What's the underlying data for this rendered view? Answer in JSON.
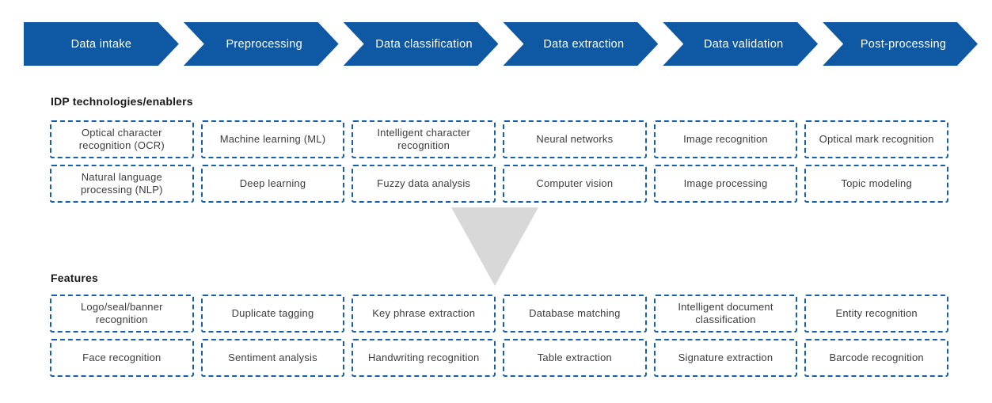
{
  "banner": {
    "stages": [
      "Data intake",
      "Preprocessing",
      "Data classification",
      "Data extraction",
      "Data validation",
      "Post-processing"
    ],
    "color": "#0F58A4",
    "text_color": "#FFFFFF"
  },
  "sections": [
    {
      "heading": "IDP technologies/enablers",
      "rows": [
        [
          "Optical character recognition (OCR)",
          "Machine learning (ML)",
          "Intelligent character recognition",
          "Neural networks",
          "Image recognition",
          "Optical mark recognition"
        ],
        [
          "Natural language processing (NLP)",
          "Deep learning",
          "Fuzzy data analysis",
          "Computer vision",
          "Image processing",
          "Topic modeling"
        ]
      ]
    },
    {
      "heading": "Features",
      "rows": [
        [
          "Logo/seal/banner recognition",
          "Duplicate tagging",
          "Key phrase extraction",
          "Database matching",
          "Intelligent document classification",
          "Entity recognition"
        ],
        [
          "Face recognition",
          "Sentiment analysis",
          "Handwriting recognition",
          "Table extraction",
          "Signature extraction",
          "Barcode recognition"
        ]
      ]
    }
  ],
  "connector": {
    "shape": "downward-triangle",
    "color": "#D8D8D8"
  },
  "colors": {
    "box_border": "#1460AE",
    "box_text": "#3D3D3D",
    "heading_text": "#1B1B1B",
    "background": "#FFFFFF"
  }
}
